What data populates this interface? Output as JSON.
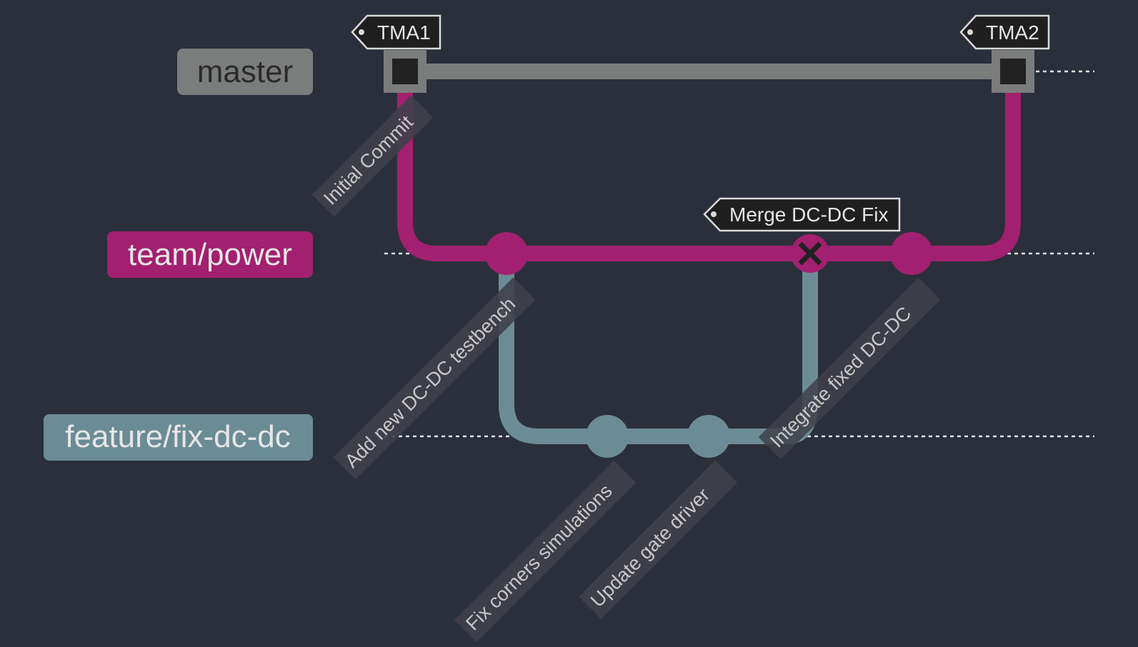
{
  "colors": {
    "background": "#2b2f3b",
    "master": "#7b7d7d",
    "team_power": "#a2206f",
    "feature": "#6b8c96",
    "tag_fill": "#1f1f1f",
    "tag_stroke": "#d9d9d9",
    "commit_label_bg": "#3f4049",
    "commit_label_text": "#c8c8c8",
    "dotted": "#e6e6e6",
    "square_commit_inner": "#222222"
  },
  "branches": [
    {
      "id": "master",
      "label": "master",
      "color": "#7b7d7d",
      "label_text_color": "#2a2a2a"
    },
    {
      "id": "team-power",
      "label": "team/power",
      "color": "#a2206f",
      "label_text_color": "#e6e6e6"
    },
    {
      "id": "feature-fix-dc-dc",
      "label": "feature/fix-dc-dc",
      "color": "#6b8c96",
      "label_text_color": "#e6e6e6"
    }
  ],
  "commits": [
    {
      "id": "c1",
      "branch": "master",
      "shape": "square",
      "message": "Initial Commit",
      "tag": "TMA1"
    },
    {
      "id": "c2",
      "branch": "team-power",
      "shape": "circle",
      "message": "Add new DC-DC testbench",
      "tag": ""
    },
    {
      "id": "c3",
      "branch": "feature-fix-dc-dc",
      "shape": "circle",
      "message": "Fix corners simulations",
      "tag": ""
    },
    {
      "id": "c4",
      "branch": "feature-fix-dc-dc",
      "shape": "circle",
      "message": "Update gate driver",
      "tag": ""
    },
    {
      "id": "c5",
      "branch": "team-power",
      "shape": "merge",
      "message": "",
      "tag": "Merge DC-DC Fix"
    },
    {
      "id": "c6",
      "branch": "team-power",
      "shape": "circle",
      "message": "Integrate fixed DC-DC",
      "tag": ""
    },
    {
      "id": "c7",
      "branch": "master",
      "shape": "square",
      "message": "",
      "tag": "TMA2"
    }
  ]
}
